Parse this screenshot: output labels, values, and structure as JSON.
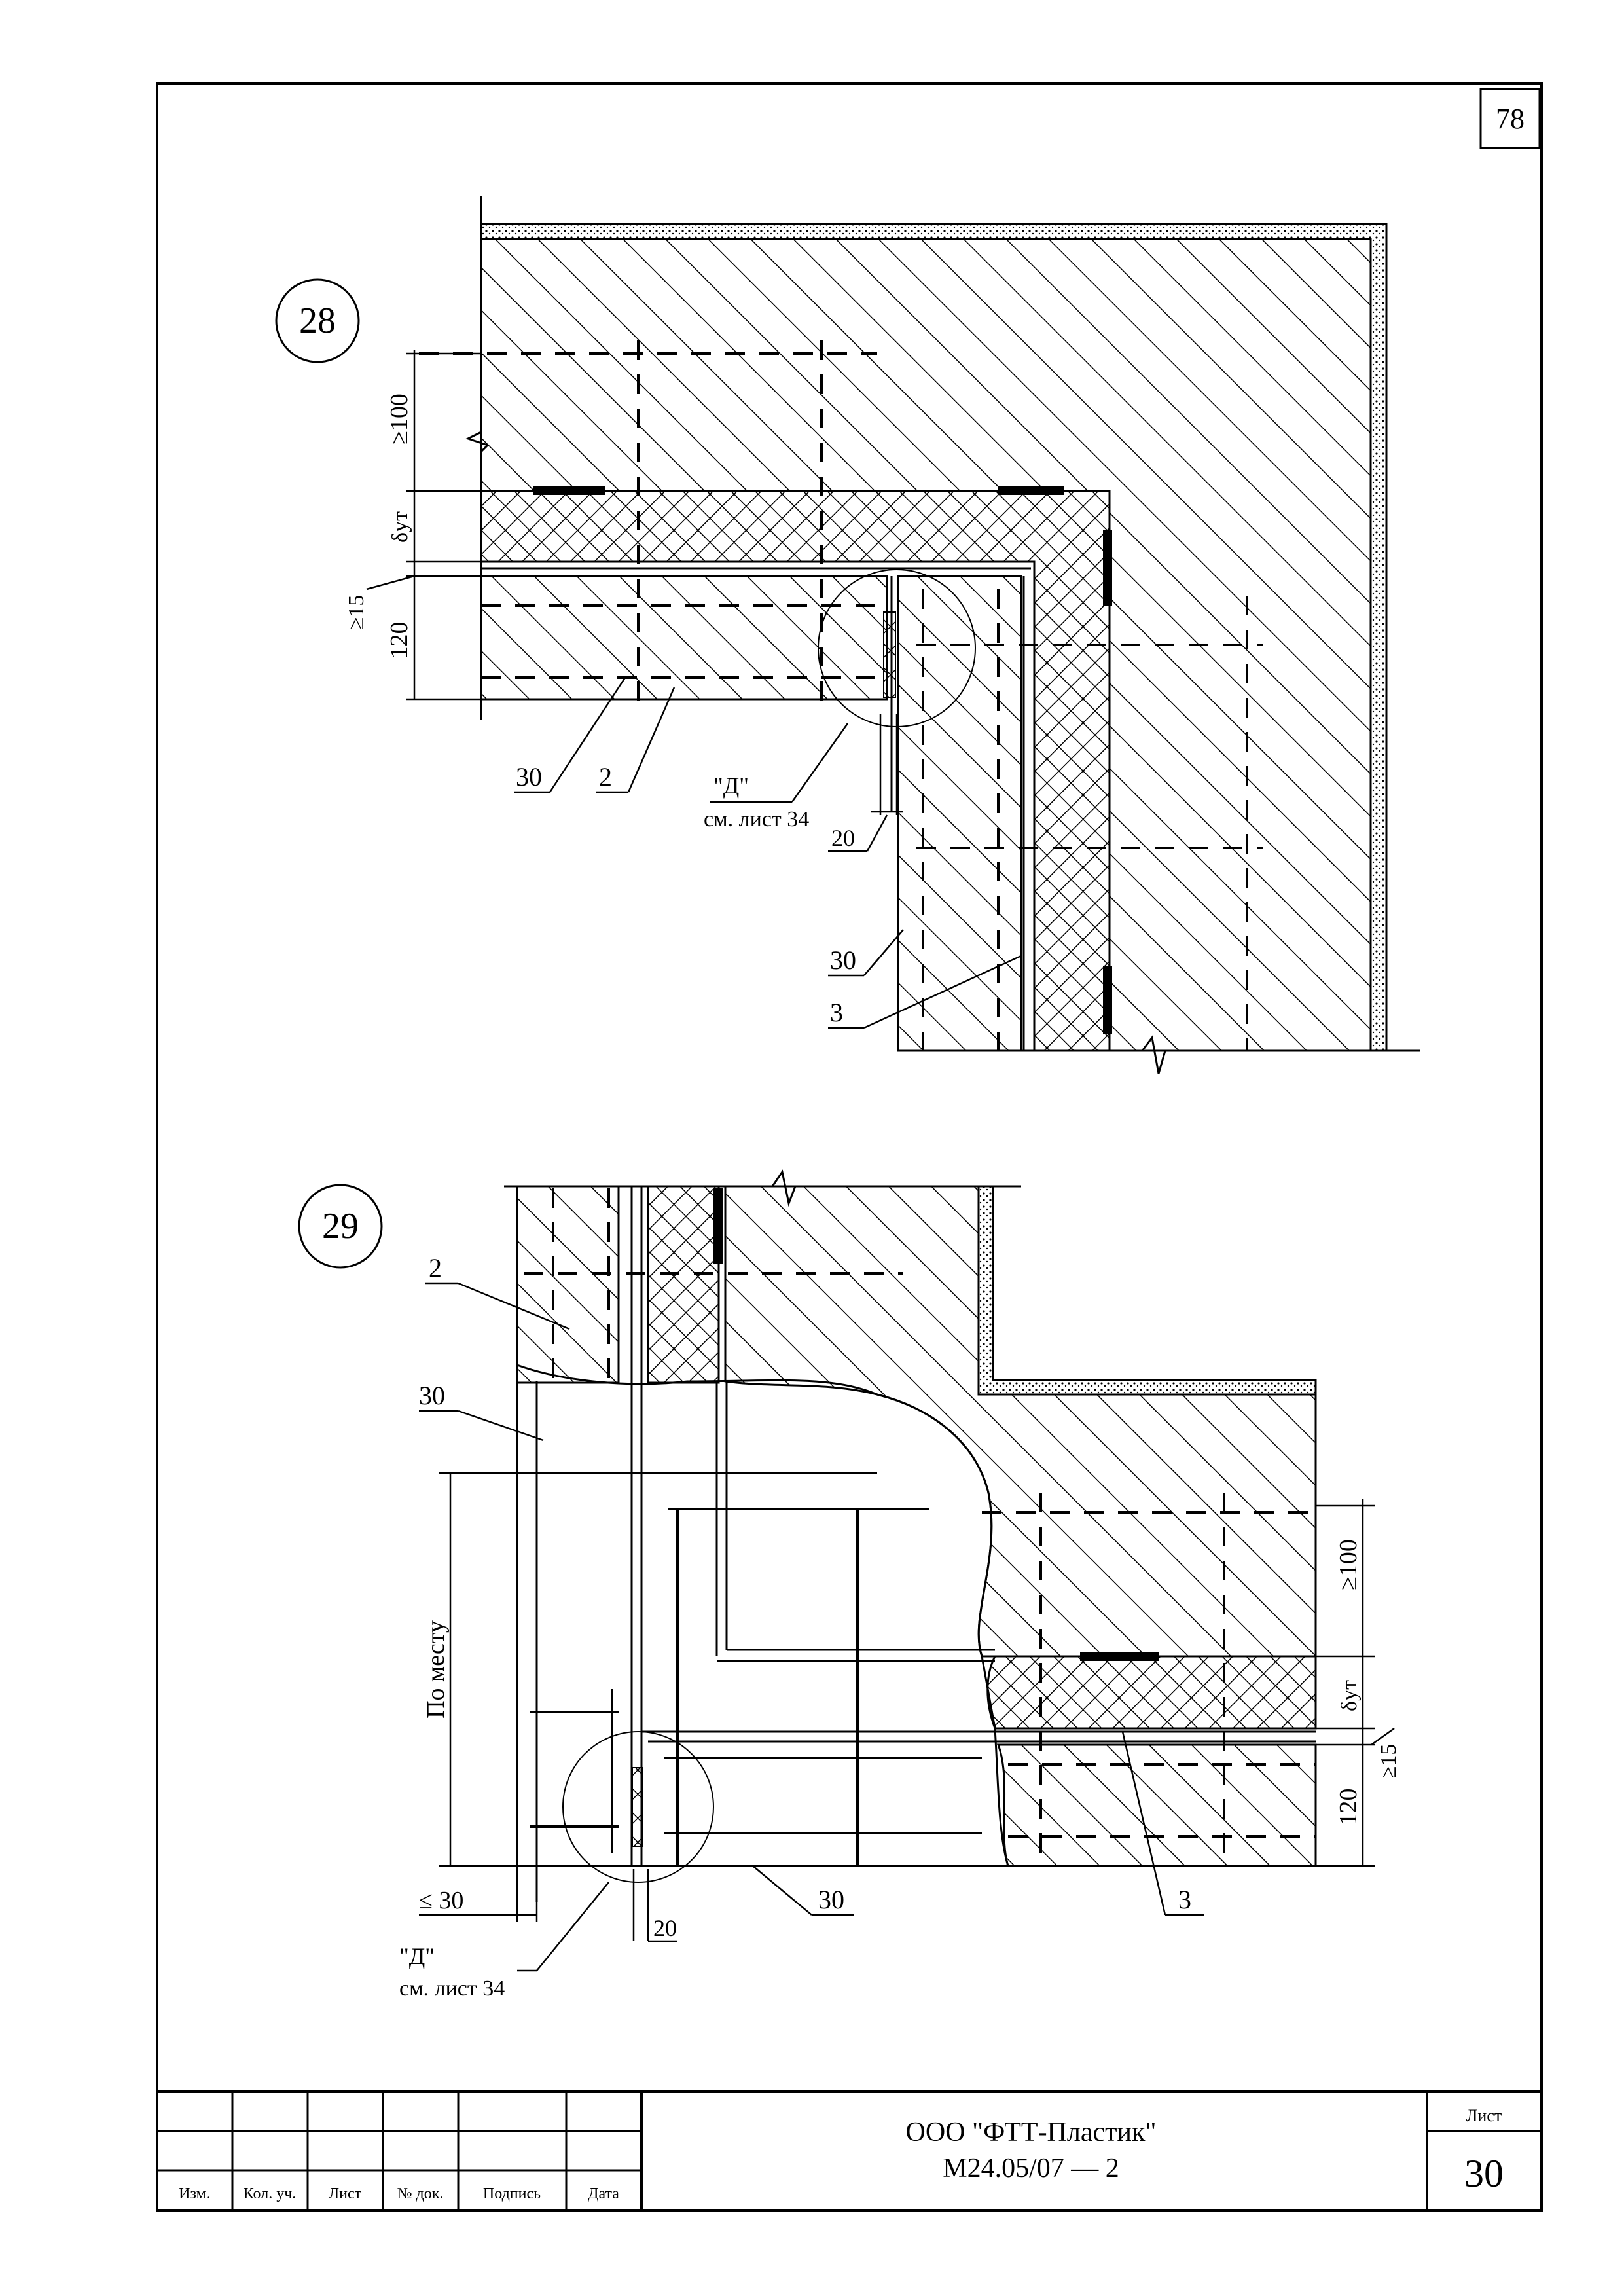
{
  "page": {
    "number": "78"
  },
  "detail_28": {
    "number": "28",
    "dim_top": "≥100",
    "dim_insulation": "δут",
    "dim_gap": "≥15",
    "dim_slab": "120",
    "dim_joint": "20",
    "leader_30_a": "30",
    "leader_2": "2",
    "leader_30_b": "30",
    "leader_3": "3",
    "ref_mark": "\"Д\"",
    "ref_sheet": "см. лист 34"
  },
  "detail_29": {
    "number": "29",
    "leader_2": "2",
    "leader_30_a": "30",
    "dim_place": "По месту",
    "dim_le30": "≤ 30",
    "dim_joint": "20",
    "leader_30_b": "30",
    "leader_3": "3",
    "dim_top": "≥100",
    "dim_insulation": "δут",
    "dim_gap": "≥15",
    "dim_slab": "120",
    "ref_mark": "\"Д\"",
    "ref_sheet": "см. лист 34"
  },
  "title_block": {
    "col_izm": "Изм.",
    "col_kol": "Кол. уч.",
    "col_list": "Лист",
    "col_doc": "№ док.",
    "col_sign": "Подпись",
    "col_date": "Дата",
    "company": "ООО \"ФТТ-Пластик\"",
    "code": "М24.05/07 — 2",
    "sheet_label": "Лист",
    "sheet_number": "30"
  }
}
